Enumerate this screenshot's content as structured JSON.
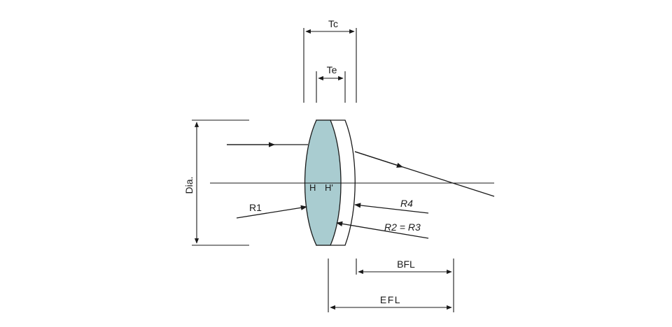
{
  "diagram": {
    "labels": {
      "tc": "Tc",
      "te": "Te",
      "dia": "Dia.",
      "h": "H",
      "h_prime": "H'",
      "r1": "R1",
      "r4": "R4",
      "r2_r3": "R2 = R3",
      "bfl": "BFL",
      "efl": "EFL"
    },
    "colors": {
      "crown_element": "#a9ccd0",
      "flint_element": "#ffffff",
      "line": "#1a1a1a"
    }
  }
}
